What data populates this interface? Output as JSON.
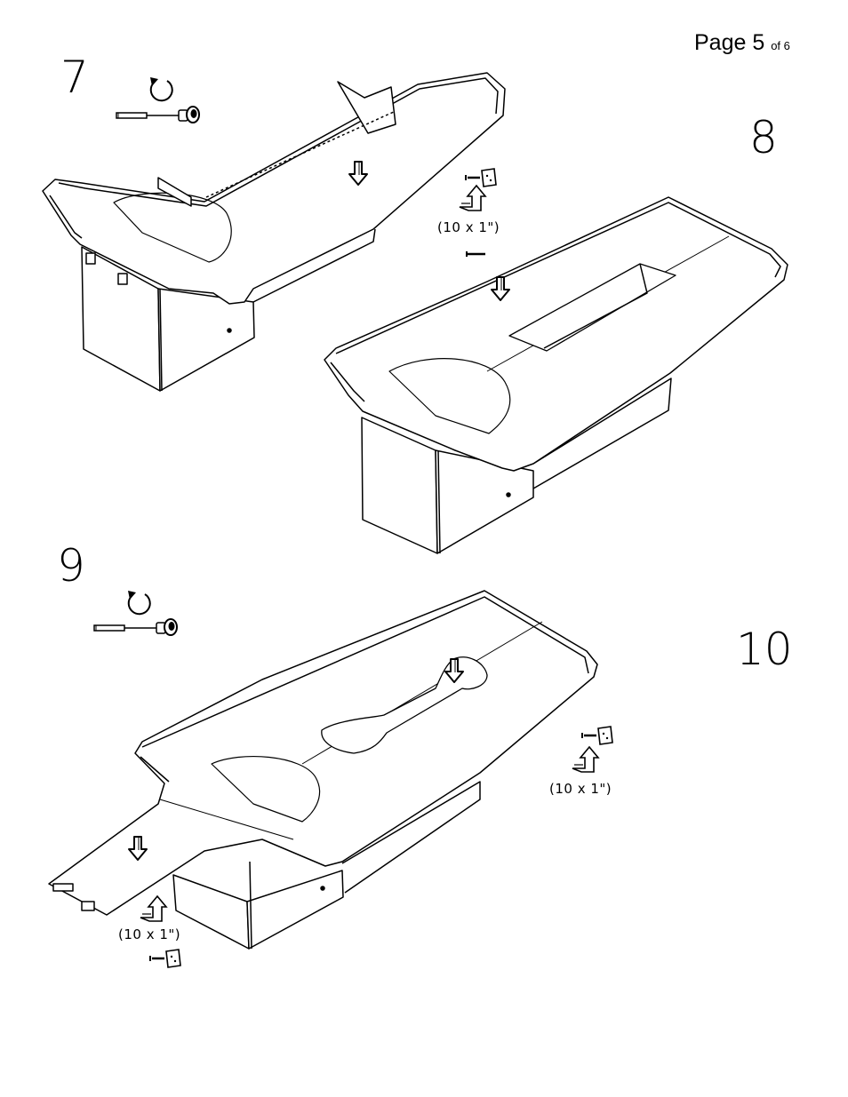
{
  "header": {
    "page_label": "Page 5",
    "of_label": "of 6"
  },
  "steps": [
    {
      "number": "7"
    },
    {
      "number": "8",
      "quantity": "(10 x 1\")"
    },
    {
      "number": "9"
    },
    {
      "number": "10",
      "quantity_right": "(10 x 1\")",
      "quantity_left": "(10 x 1\")"
    }
  ],
  "icons": {
    "rotate": "rotate-clockwise-icon",
    "bolt": "bolt-with-nut-icon",
    "bracket": "bracket-with-screw-icon",
    "lift": "lift-arrow-icon",
    "down": "down-arrow-icon",
    "screw": "wood-screw-icon"
  }
}
